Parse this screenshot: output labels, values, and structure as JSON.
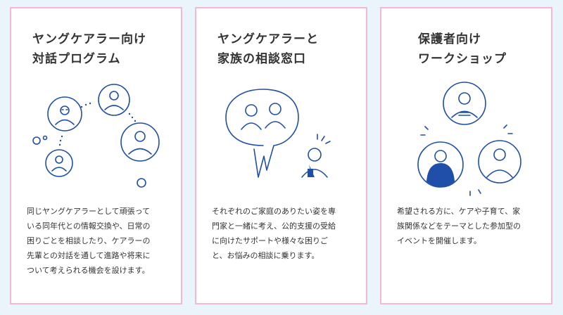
{
  "cards": [
    {
      "title_lines": [
        "ヤングケアラー向け",
        "対話プログラム"
      ],
      "description_lines": [
        "同じヤングケアラーとして頑張って",
        "いる同年代との情報交換や、日常の",
        "困りごとを相談したり、ケアラーの",
        "先輩との対話を通して進路や将来に",
        "ついて考えられる機会を設けます。"
      ]
    },
    {
      "title_lines": [
        "ヤングケアラーと",
        "家族の相談窓口"
      ],
      "description_lines": [
        "それぞれのご家庭のありたい姿を専",
        "門家と一緒に考え、公的支援の受給",
        "に向けたサポートや様々な困りご",
        "と、お悩みの相談に乗ります。"
      ]
    },
    {
      "title_lines": [
        "保護者向け",
        "ワークショップ"
      ],
      "description_lines": [
        "希望される方に、ケアや子育て、家",
        "族関係などをテーマとした参加型の",
        "イベントを開催します。"
      ]
    }
  ],
  "illustrations": [
    "peer-dialogue-illustration",
    "family-consultation-illustration",
    "parent-workshop-illustration"
  ],
  "colors": {
    "card_border": "#f3b9d4",
    "background": "#eaf4fb",
    "ink": "#1f4fa8",
    "text": "#333333"
  }
}
